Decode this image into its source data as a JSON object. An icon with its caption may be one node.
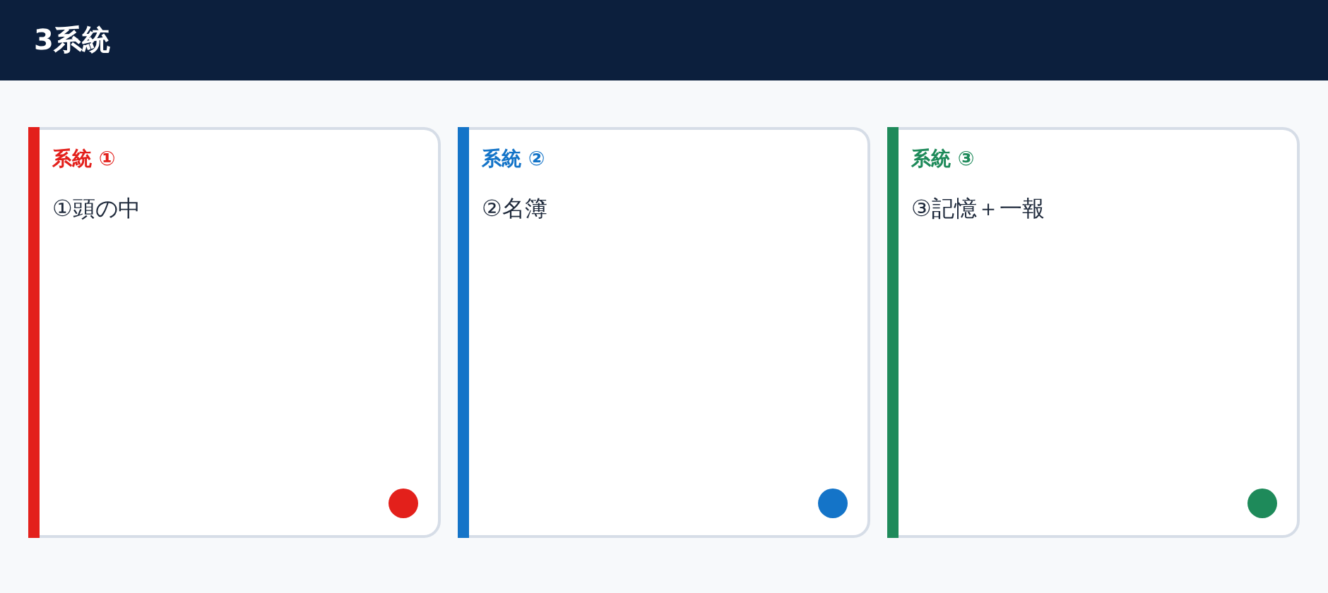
{
  "diagram": {
    "title": "3系統",
    "nodes": [
      {
        "text": [
          "系統 ①",
          "①頭の中"
        ]
      },
      {
        "text": [
          "系統 ②",
          "②名簿"
        ]
      },
      {
        "text": [
          "系統 ③",
          "③記憶＋一報"
        ]
      }
    ]
  }
}
